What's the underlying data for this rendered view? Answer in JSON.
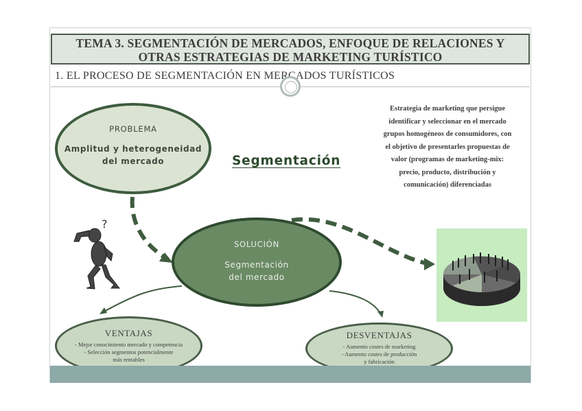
{
  "header": {
    "title_line1": "TEMA 3. SEGMENTACIÓN DE MERCADOS, ENFOQUE DE RELACIONES Y",
    "title_line2": "OTRAS ESTRATEGIAS DE MARKETING TURÍSTICO",
    "subtitle": "1. EL PROCESO DE SEGMENTACIÓN EN MERCADOS TURÍSTICOS"
  },
  "problema": {
    "heading": "PROBLEMA",
    "body_line1": "Amplitud y heterogeneidad",
    "body_line2": "del mercado"
  },
  "solucion": {
    "heading": "SOLUCIÓN",
    "body_line1": "Segmentación",
    "body_line2": "del mercado"
  },
  "segmentacion_title": "Segmentación",
  "definition": {
    "lines": [
      "Estrategia de marketing que persigue",
      "identificar y seleccionar en el mercado",
      "grupos homogéneos de consumidores, con",
      "el objetivo de presentarles propuestas de",
      "valor  (programas de marketing-mix:",
      "precio, producto, distribución y",
      "comunicación) diferenciadas"
    ]
  },
  "ventajas": {
    "heading": "VENTAJAS",
    "items": [
      "- Mejor conocimiento mercado y competencia",
      "- Selección segmentos potencialmente",
      "más rentables"
    ]
  },
  "desventajas": {
    "heading": "DESVENTAJAS",
    "items": [
      "- Aumento costes de marketing",
      "- Aumento costes de producción",
      "y fabricación"
    ]
  },
  "question_mark": "?",
  "colors": {
    "dark_green": "#3f5c3f",
    "solution_fill": "#6a8a64",
    "light_green": "#dbe4d3",
    "bar": "#8da9a8"
  }
}
